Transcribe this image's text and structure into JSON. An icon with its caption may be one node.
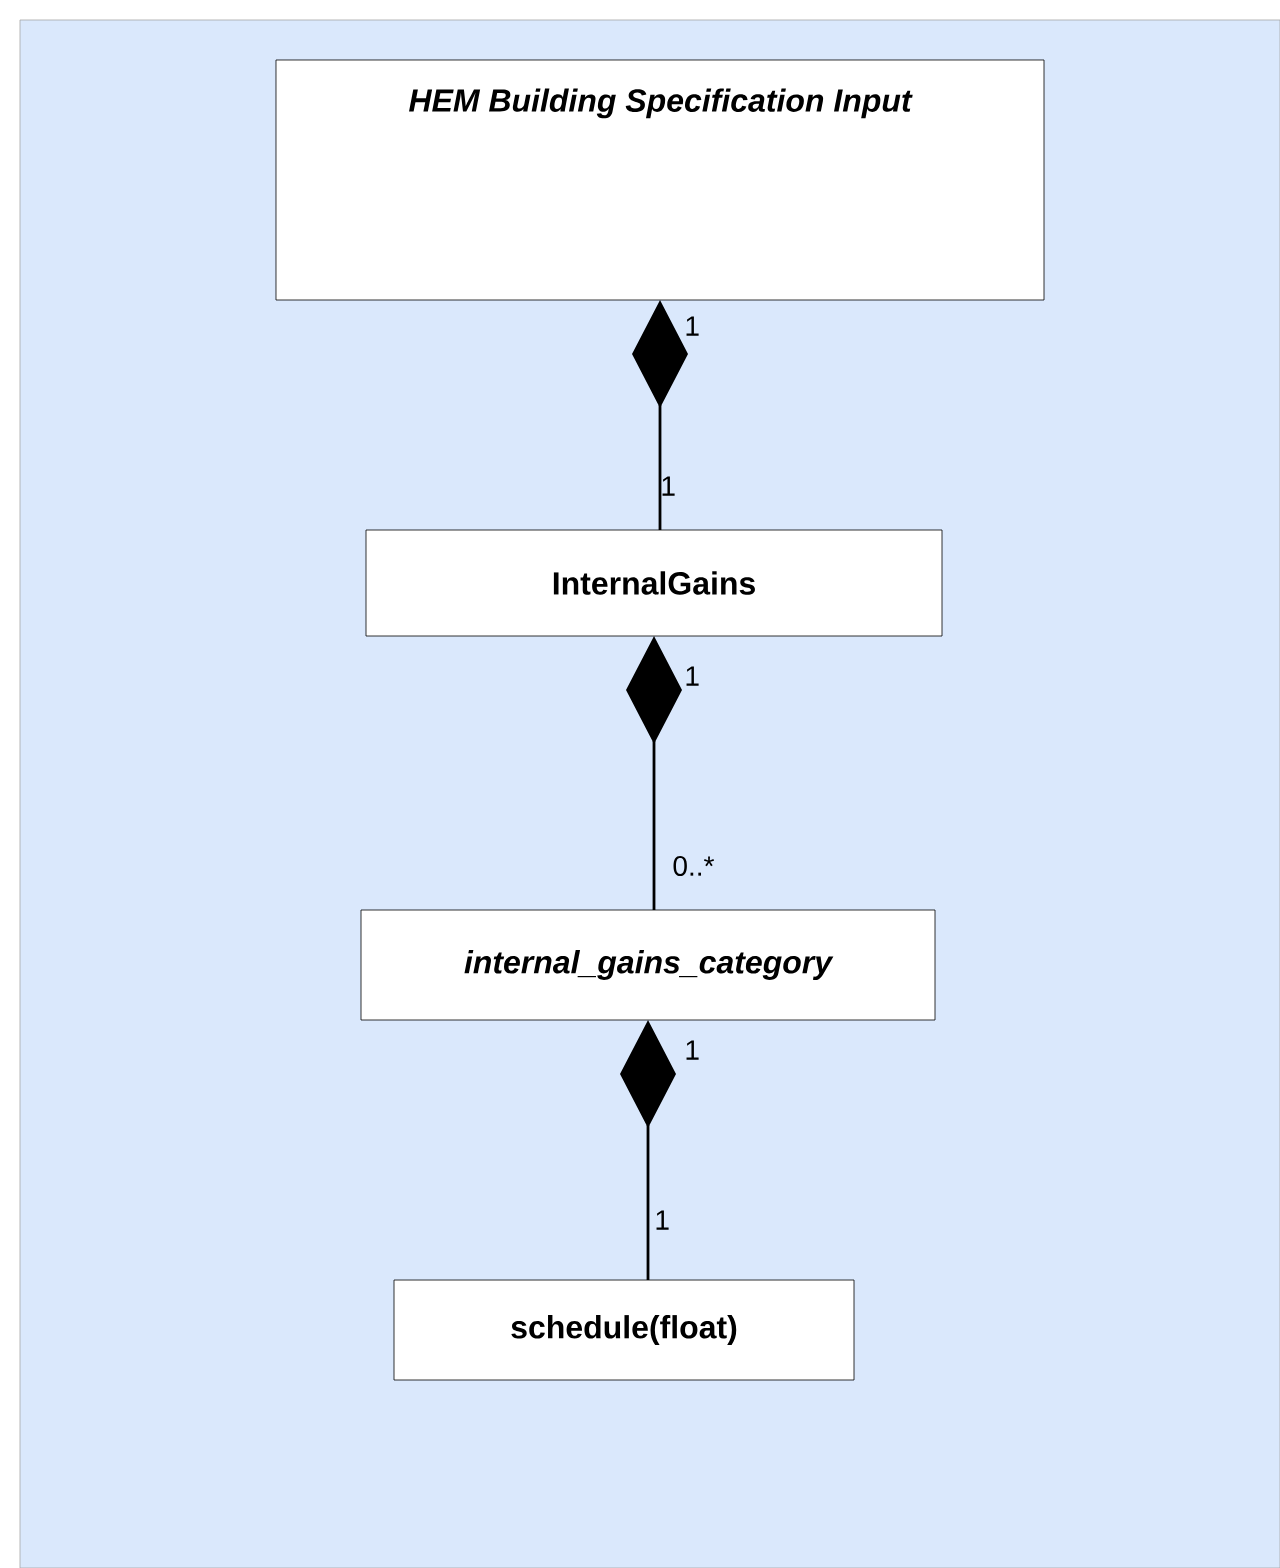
{
  "diagram": {
    "nodes": [
      {
        "text": [
          "HEM Building Specification Input"
        ]
      },
      {
        "text": [
          "InternalGains"
        ]
      },
      {
        "text": [
          "internal_gains_category"
        ]
      },
      {
        "text": [
          "schedule(float)"
        ]
      }
    ],
    "edges": [
      {
        "from": 0,
        "to": 1,
        "arrow": "other"
      },
      {
        "from": 1,
        "to": 2,
        "arrow": "other"
      },
      {
        "from": 2,
        "to": 3,
        "arrow": "other"
      }
    ],
    "labels": [
      "1",
      "1",
      "1",
      "0..*",
      "1",
      "1"
    ]
  }
}
